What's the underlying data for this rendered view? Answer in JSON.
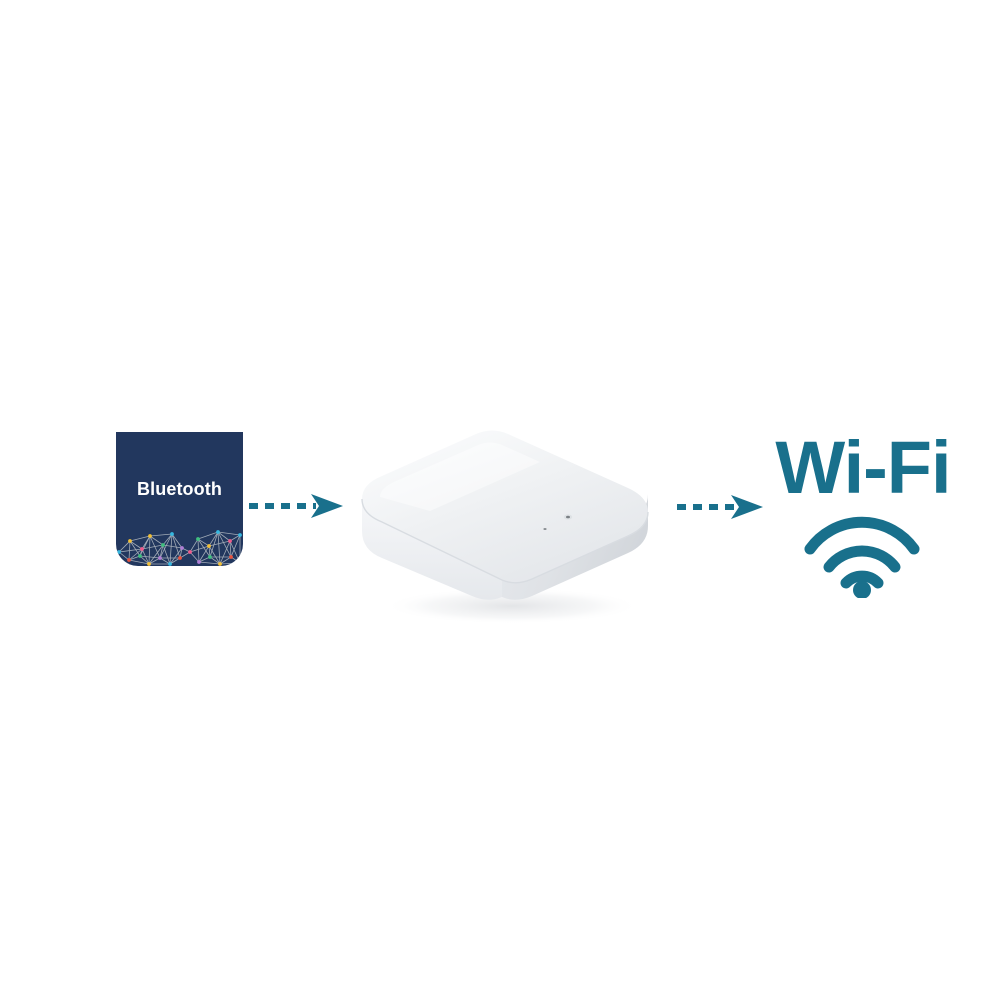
{
  "diagram": {
    "title": "Bluetooth to Wi-Fi gateway connectivity flow",
    "background_color": "#ffffff",
    "accent_teal": "#19708C",
    "accent_navy": "#22375E"
  },
  "bluetooth_card": {
    "label": "Bluetooth",
    "background_color": "#22375E",
    "text_color": "#ffffff",
    "mesh_graphic_name": "network-mesh-graphic",
    "mesh_line_color": "#AEB6BF",
    "mesh_node_colors": [
      "#F2C037",
      "#EF5A8C",
      "#35B8E0",
      "#3FBF7F",
      "#E8533F",
      "#B07FD6"
    ]
  },
  "arrows": {
    "left": {
      "name": "dashed-arrow-bluetooth-to-gateway",
      "color": "#19708C",
      "direction": "right",
      "style": "dashed"
    },
    "right": {
      "name": "dashed-arrow-gateway-to-wifi",
      "color": "#19708C",
      "direction": "right",
      "style": "dashed"
    }
  },
  "gateway": {
    "name": "gateway-device",
    "description": "white square smart home gateway hub",
    "body_color": "#F2F3F5",
    "top_color": "#E8EAED",
    "led_count": 2,
    "led_color": "#6E7276"
  },
  "wifi": {
    "wordmark": "Wi-Fi",
    "color": "#19708C",
    "signal_icon_name": "wifi-signal-icon",
    "signal_arcs": 3
  }
}
